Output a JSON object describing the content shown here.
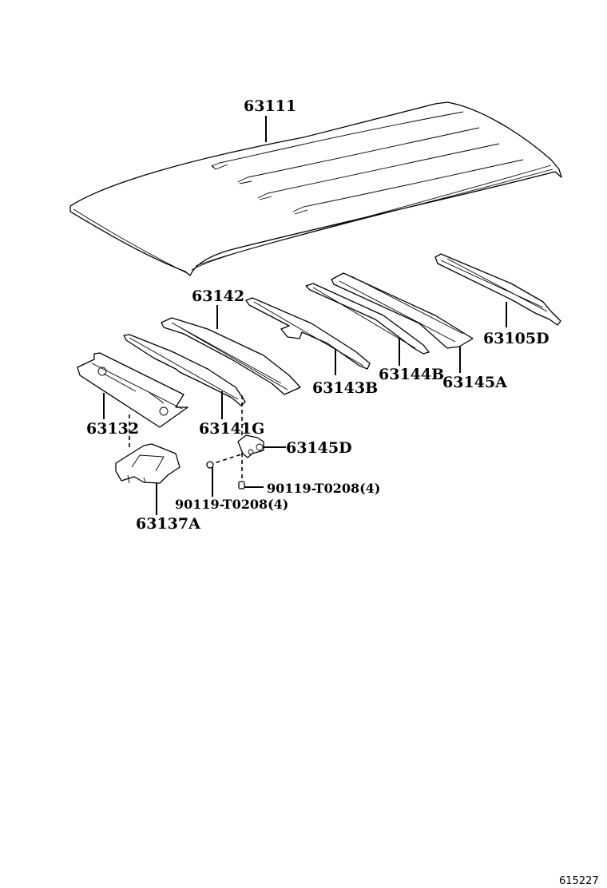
{
  "diagram": {
    "labels": {
      "roof_panel": "63111",
      "roof_bow_1": "63142",
      "roof_bow_2": "63143B",
      "roof_bow_3": "63144B",
      "roof_bow_4": "63145A",
      "rear_roof_rail": "63105D",
      "front_header_panel": "63132",
      "front_roof_bow": "63141G",
      "bracket": "63145D",
      "bolt_right": "90119-T0208(4)",
      "bolt_left": "90119-T0208(4)",
      "lower_bracket": "63137A"
    },
    "reference_number": "615227"
  }
}
